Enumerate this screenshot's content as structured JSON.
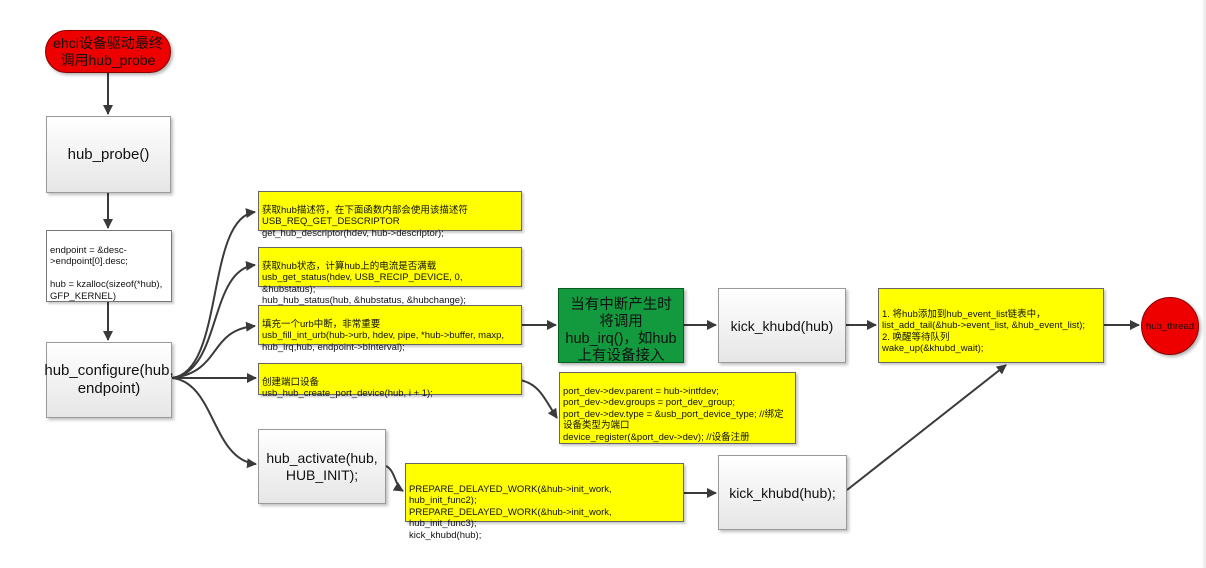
{
  "nodes": {
    "start": "ehci设备驱动最终调用hub_probe",
    "hub_probe": "hub_probe()",
    "alloc": "endpoint = &desc->endpoint[0].desc;\n\nhub = kzalloc(sizeof(*hub), GFP_KERNEL)",
    "hub_configure": "hub_configure(hub, endpoint)",
    "get_desc": "获取hub描述符，在下面函数内部会使用该描述符\nUSB_REQ_GET_DESCRIPTOR\nget_hub_descriptor(hdev, hub->descriptor);",
    "get_status": "获取hub状态，计算hub上的电流是否满载\nusb_get_status(hdev, USB_RECIP_DEVICE, 0, &hubstatus);\nhub_hub_status(hub, &hubstatus, &hubchange);",
    "fill_urb": "填充一个urb中断，非常重要\nusb_fill_int_urb(hub->urb, hdev, pipe, *hub->buffer, maxp, hub_irq,hub, endpoint->bInterval);",
    "create_port": "创建端口设备\nusb_hub_create_port_device(hub, i + 1);",
    "port_register": "port_dev->dev.parent = hub->intfdev;\nport_dev->dev.groups = port_dev_group;\nport_dev->dev.type = &usb_port_device_type; //绑定设备类型为端口\ndevice_register(&port_dev->dev); //设备注册",
    "hub_activate": "hub_activate(hub, HUB_INIT);",
    "delayed_work": "PREPARE_DELAYED_WORK(&hub->init_work, hub_init_func2);\nPREPARE_DELAYED_WORK(&hub->init_work, hub_init_func3);\nkick_khubd(hub);",
    "kick2": "kick_khubd(hub);",
    "irq": "当有中断产生时将调用hub_irq()，如hub上有设备接入",
    "kick1": "kick_khubd(hub)",
    "event_list": "1. 将hub添加到hub_event_list链表中，\nlist_add_tail(&hub->event_list, &hub_event_list);\n2. 唤醒等待队列\nwake_up(&khubd_wait);",
    "hub_thread": "hub_thread"
  },
  "colors": {
    "start": "#ee0000",
    "yellow": "#ffff00",
    "green": "#139a3e",
    "arrow": "#3a3a3a"
  }
}
